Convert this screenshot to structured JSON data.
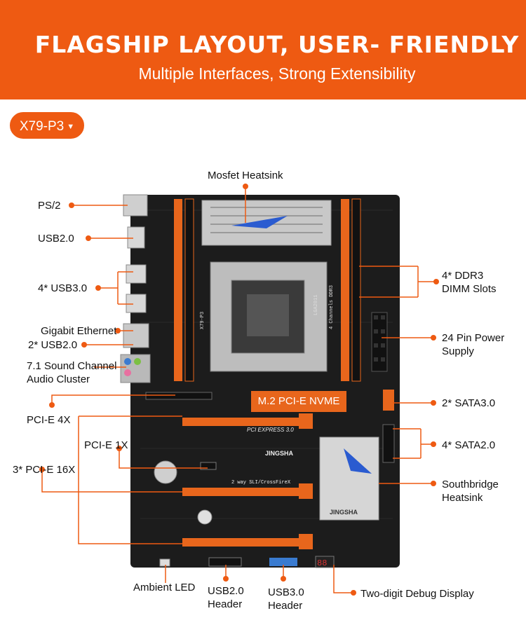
{
  "banner": {
    "title": "FLAGSHIP LAYOUT, USER- FRIENDLY",
    "subtitle": "Multiple Interfaces, Strong Extensibility"
  },
  "model": {
    "name": "X79-P3"
  },
  "callouts": {
    "mosfet": "Mosfet Heatsink",
    "ps2": "PS/2",
    "usb20": "USB2.0",
    "usb30_4": "4* USB3.0",
    "gigabit": "Gigabit Ethernet",
    "usb20_2": "2* USB2.0",
    "sound1": "7.1 Sound Channel",
    "sound2": "Audio Cluster",
    "pcie4x": "PCI-E 4X",
    "pcie1x": "PCI-E 1X",
    "pcie16x": "3* PCI-E 16X",
    "ddr3_1": "4* DDR3",
    "ddr3_2": "DIMM Slots",
    "power1": "24 Pin Power",
    "power2": "Supply",
    "sata3": "2* SATA3.0",
    "sata2": "4* SATA2.0",
    "southbridge1": "Southbridge",
    "southbridge2": "Heatsink",
    "ambient": "Ambient LED",
    "usb20h1": "USB2.0",
    "usb20h2": "Header",
    "usb30h1": "USB3.0",
    "usb30h2": "Header",
    "debug": "Two-digit Debug Display",
    "nvme": "M.2 PCI-E NVME"
  },
  "board_text": {
    "pcie_express": "PCI EXPRESS 3.0",
    "brand": "JINGSHA",
    "sli": "2 way SLI/CrossFireX",
    "lga": "LGA2011",
    "ddr_ch": "4 Channels DDR3",
    "model_small": "X79-P3",
    "sb_brand": "JINGSHA"
  },
  "colors": {
    "accent": "#ee5a12",
    "board": "#1a1a1a",
    "slot_orange": "#e8661c"
  }
}
